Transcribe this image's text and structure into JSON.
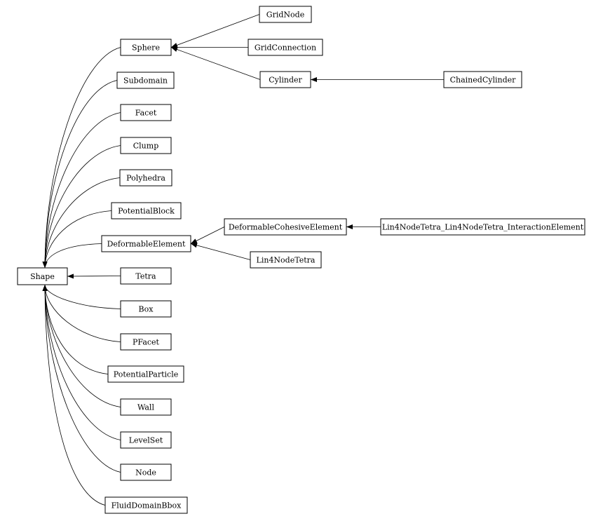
{
  "diagram": {
    "type": "class-inheritance-graph",
    "colors": {
      "line": "#000000",
      "box_fill": "#ffffff",
      "background": "#ffffff"
    },
    "nodes": [
      {
        "id": "shape",
        "label": "Shape"
      },
      {
        "id": "sphere",
        "label": "Sphere"
      },
      {
        "id": "subdomain",
        "label": "Subdomain"
      },
      {
        "id": "facet",
        "label": "Facet"
      },
      {
        "id": "clump",
        "label": "Clump"
      },
      {
        "id": "polyhedra",
        "label": "Polyhedra"
      },
      {
        "id": "potentialblock",
        "label": "PotentialBlock"
      },
      {
        "id": "deformableelement",
        "label": "DeformableElement"
      },
      {
        "id": "tetra",
        "label": "Tetra"
      },
      {
        "id": "box",
        "label": "Box"
      },
      {
        "id": "pfacet",
        "label": "PFacet"
      },
      {
        "id": "potentialparticle",
        "label": "PotentialParticle"
      },
      {
        "id": "wall",
        "label": "Wall"
      },
      {
        "id": "levelset",
        "label": "LevelSet"
      },
      {
        "id": "node",
        "label": "Node"
      },
      {
        "id": "fluiddomainbbox",
        "label": "FluidDomainBbox"
      },
      {
        "id": "gridnode",
        "label": "GridNode"
      },
      {
        "id": "gridconnection",
        "label": "GridConnection"
      },
      {
        "id": "cylinder",
        "label": "Cylinder"
      },
      {
        "id": "chainedcylinder",
        "label": "ChainedCylinder"
      },
      {
        "id": "deformablecohesiveelement",
        "label": "DeformableCohesiveElement"
      },
      {
        "id": "lin4nodetetra",
        "label": "Lin4NodeTetra"
      },
      {
        "id": "lin4nodetetra_interaction",
        "label": "Lin4NodeTetra_Lin4NodeTetra_InteractionElement"
      }
    ],
    "edges": [
      {
        "from": "sphere",
        "to": "shape"
      },
      {
        "from": "subdomain",
        "to": "shape"
      },
      {
        "from": "facet",
        "to": "shape"
      },
      {
        "from": "clump",
        "to": "shape"
      },
      {
        "from": "polyhedra",
        "to": "shape"
      },
      {
        "from": "potentialblock",
        "to": "shape"
      },
      {
        "from": "deformableelement",
        "to": "shape"
      },
      {
        "from": "tetra",
        "to": "shape"
      },
      {
        "from": "box",
        "to": "shape"
      },
      {
        "from": "pfacet",
        "to": "shape"
      },
      {
        "from": "potentialparticle",
        "to": "shape"
      },
      {
        "from": "wall",
        "to": "shape"
      },
      {
        "from": "levelset",
        "to": "shape"
      },
      {
        "from": "node",
        "to": "shape"
      },
      {
        "from": "fluiddomainbbox",
        "to": "shape"
      },
      {
        "from": "gridnode",
        "to": "sphere"
      },
      {
        "from": "gridconnection",
        "to": "sphere"
      },
      {
        "from": "cylinder",
        "to": "sphere"
      },
      {
        "from": "chainedcylinder",
        "to": "cylinder"
      },
      {
        "from": "deformablecohesiveelement",
        "to": "deformableelement"
      },
      {
        "from": "lin4nodetetra",
        "to": "deformableelement"
      },
      {
        "from": "lin4nodetetra_interaction",
        "to": "deformablecohesiveelement"
      }
    ]
  }
}
